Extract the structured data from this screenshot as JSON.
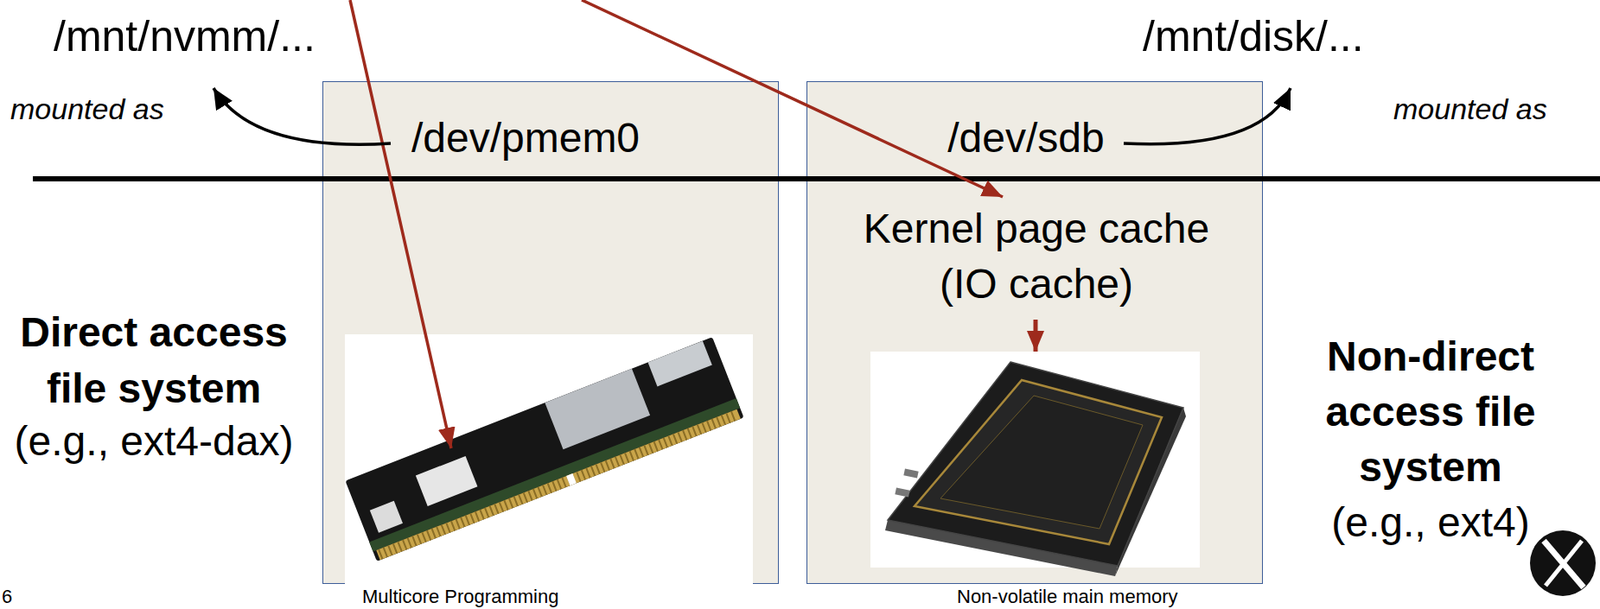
{
  "diagram": {
    "nodes": [
      {
        "text": [
          "/dev/pmem0"
        ]
      },
      {
        "text": [
          "/dev/sdb",
          "Kernel page cache (IO cache)"
        ]
      }
    ],
    "labels": [
      "/mnt/nvmm/...",
      "/mnt/disk/...",
      "mounted as",
      "mounted as",
      "Direct access file system",
      "(e.g., ext4-dax)",
      "Non-direct access file system",
      "(e.g., ext4)",
      "6",
      "Multicore Programming",
      "Non-volatile main memory"
    ]
  }
}
